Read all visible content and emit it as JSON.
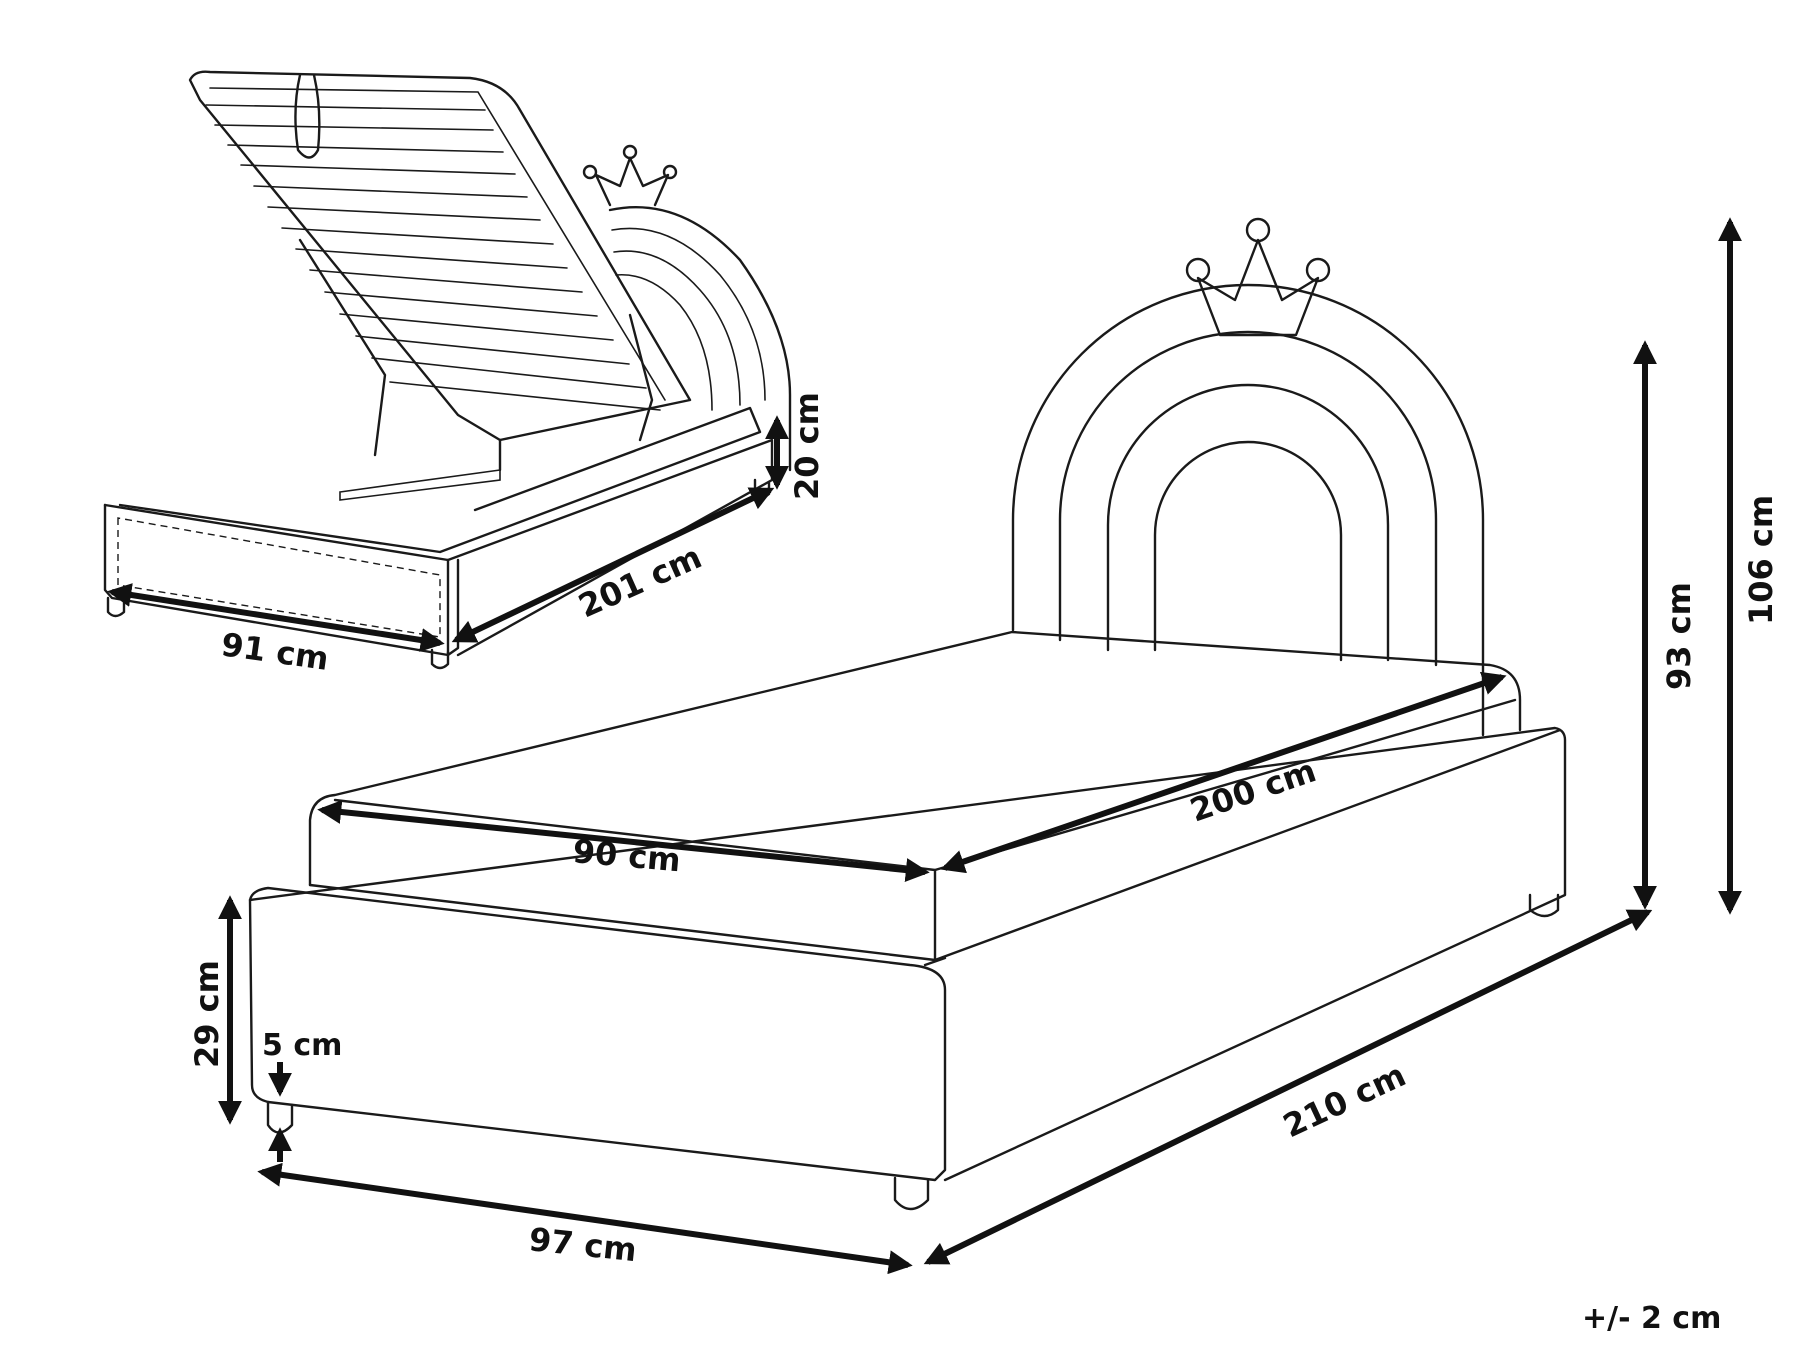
{
  "storage_view": {
    "width_label": "91 cm",
    "length_label": "201 cm",
    "height_label": "20 cm"
  },
  "bed_view": {
    "mattress_width_label": "90 cm",
    "mattress_length_label": "200 cm",
    "frame_width_label": "97 cm",
    "frame_length_label": "210 cm",
    "frame_height_label": "29 cm",
    "leg_height_label": "5 cm",
    "headboard_height_label": "93 cm",
    "total_height_label": "106 cm"
  },
  "tolerance_label": "+/- 2 cm",
  "colors": {
    "ink": "#111111",
    "background": "#ffffff"
  }
}
